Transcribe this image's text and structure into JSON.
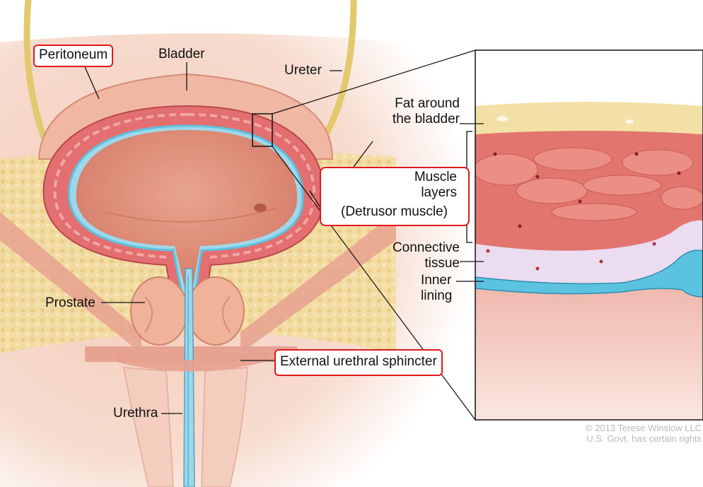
{
  "labels": {
    "peritoneum": "Peritoneum",
    "bladder": "Bladder",
    "ureter": "Ureter",
    "fat_line1": "Fat around",
    "fat_line2": "the bladder",
    "muscle_line1": "Muscle",
    "muscle_line2": "layers",
    "detrusor": "(Detrusor muscle)",
    "connective_line1": "Connective",
    "connective_line2": "tissue",
    "inner_line1": "Inner",
    "inner_line2": "lining",
    "prostate": "Prostate",
    "sphincter": "External urethral sphincter",
    "urethra": "Urethra"
  },
  "copyright": {
    "line1": "© 2013 Terese Winslow LLC",
    "line2": "U.S. Govt. has certain rights"
  },
  "colors": {
    "highlight_box": "#e0191d",
    "fat": "#f0dc9c",
    "muscle": "#e4787a",
    "inner_lining": "#5bc2e0",
    "connective": "#e9dcf0",
    "bladder_lumen": "#e39a84",
    "ureter": "#e9d27a"
  }
}
